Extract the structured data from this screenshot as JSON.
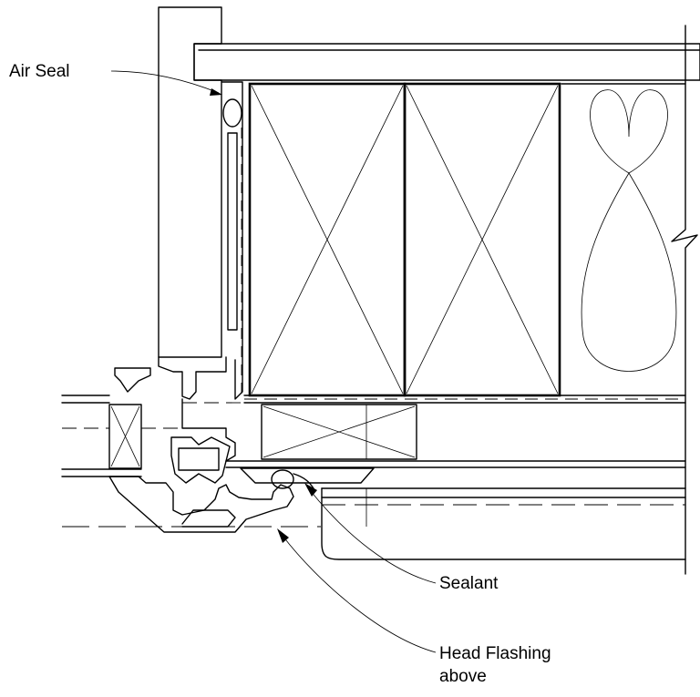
{
  "labels": {
    "air_seal": "Air Seal",
    "sealant": "Sealant",
    "head_flashing_line1": "Head Flashing",
    "head_flashing_line2": "above"
  }
}
